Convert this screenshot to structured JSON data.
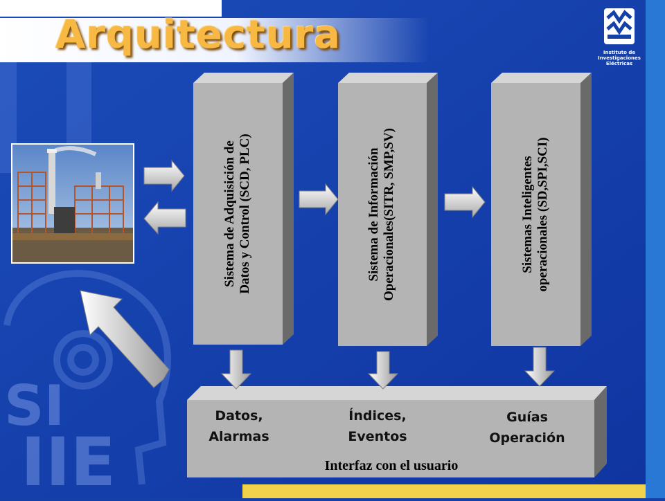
{
  "slide": {
    "title": "Arquitectura",
    "logo": {
      "lines": [
        "Instituto de",
        "Investigaciones",
        "Eléctricas"
      ]
    },
    "watermark": {
      "line1": "SI",
      "line2": "IIE"
    }
  },
  "systems": [
    {
      "line1": "Sistema de Adquisición de",
      "line2": "Datos y Control (SCD, PLC)"
    },
    {
      "line1": "Sistema de Información",
      "line2": "Operacionales(SITR, SMP,SV)"
    },
    {
      "line1": "Sistemas Inteligentes",
      "line2": "operacionales (SD,SPI,SCI)"
    }
  ],
  "interface": {
    "outputs": [
      {
        "line1": "Datos,",
        "line2": "Alarmas"
      },
      {
        "line1": "Índices,",
        "line2": "Eventos"
      },
      {
        "line1": "Guías",
        "line2": "Operación"
      }
    ],
    "footer": "Interfaz con el usuario"
  },
  "colors": {
    "background": "#1440a8",
    "title": "#f7b844",
    "block": "#b4b4b4",
    "accent_strip": "#f2d24a",
    "right_strip": "#2a78d6"
  },
  "icons": {
    "photo": "industrial-plant-photo",
    "arrows": [
      "right-arrow",
      "left-arrow",
      "right-arrow",
      "right-arrow",
      "down-arrow",
      "down-arrow",
      "down-arrow",
      "diagonal-up-arrow"
    ]
  }
}
